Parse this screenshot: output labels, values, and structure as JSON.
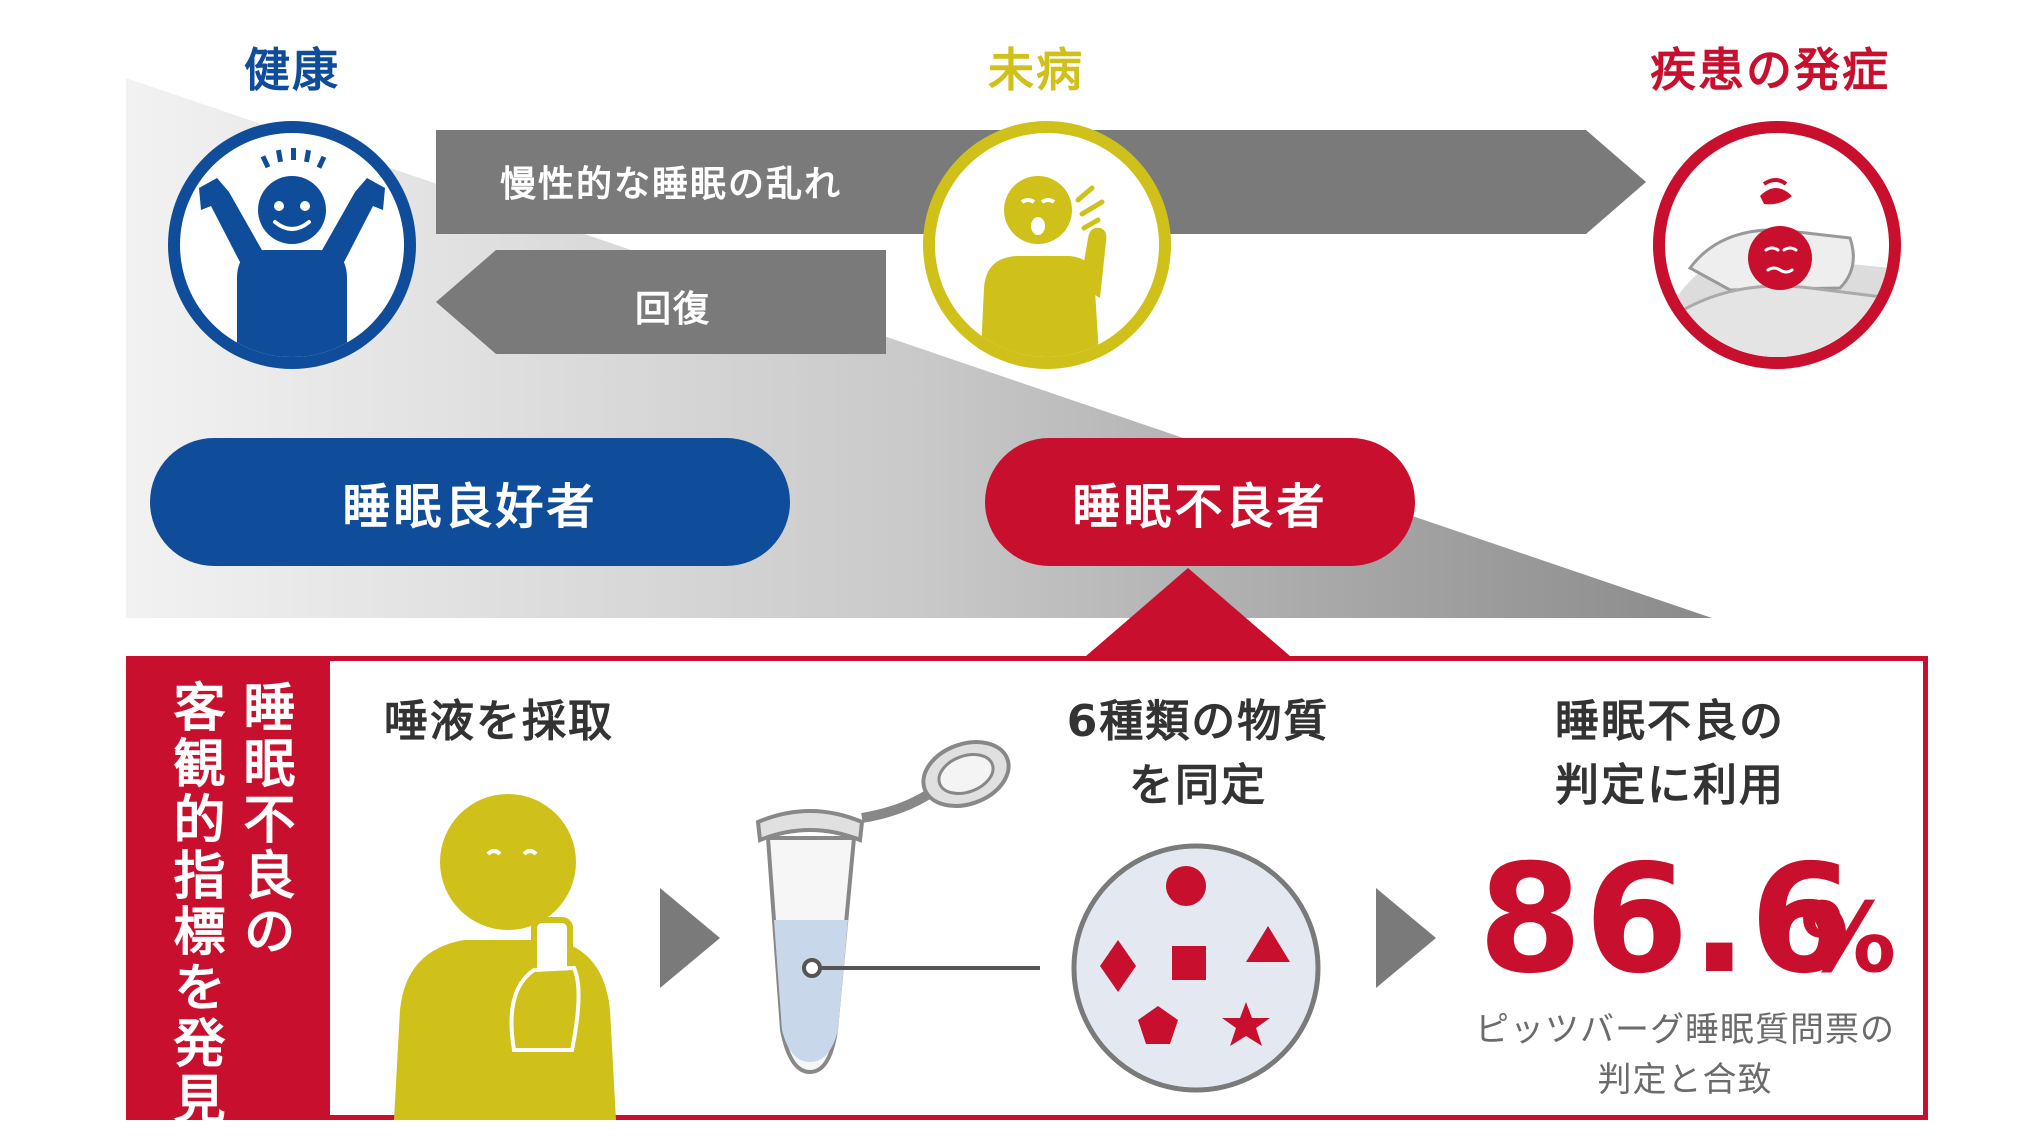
{
  "stages": {
    "health": "健康",
    "mibyo": "未病",
    "onset": "疾患の発症"
  },
  "arrows": {
    "chronic": "慢性的な睡眠の乱れ",
    "recovery": "回復"
  },
  "groups": {
    "good": "睡眠良好者",
    "poor": "睡眠不良者"
  },
  "panel": {
    "side_col1": "睡眠不良の",
    "side_col2": "客観的指標を発見",
    "step1": "唾液を採取",
    "step2_line1": "6種類の物質",
    "step2_line2": "を同定",
    "step3_line1": "睡眠不良の",
    "step3_line2": "判定に利用",
    "result_value": "86.6",
    "result_unit": "%",
    "note_line1": "ピッツバーグ睡眠質問票の",
    "note_line2": "判定と合致"
  },
  "colors": {
    "blue": "#0f4c9a",
    "yellow": "#cfc11a",
    "red": "#c8102e",
    "gray": "#7a7a7a"
  }
}
